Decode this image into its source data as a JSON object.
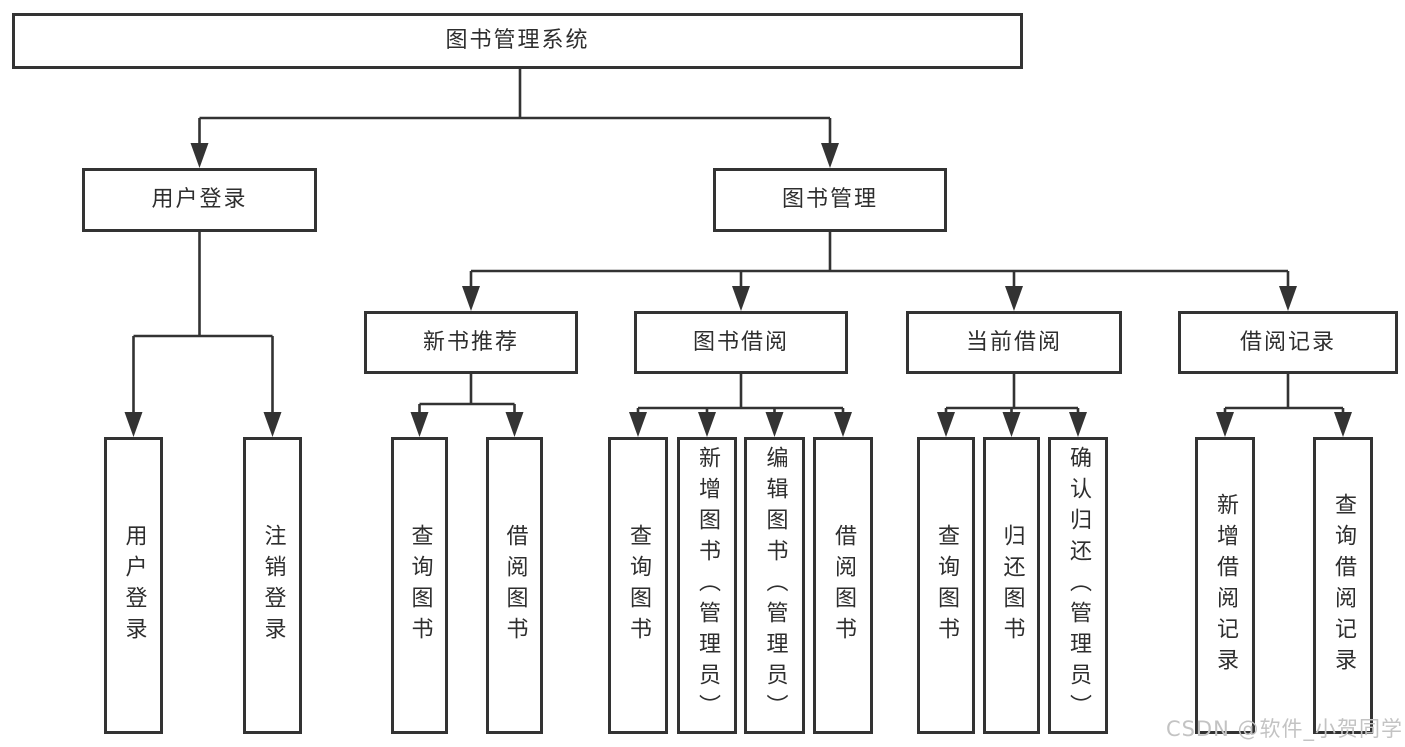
{
  "diagram": {
    "title": "图书管理系统",
    "watermark": "CSDN @软件_小贺同学",
    "colors": {
      "line": "#333333",
      "box_border": "#333333",
      "text": "#2e2e2e",
      "background": "#ffffff",
      "watermark": "#c3c3c3"
    },
    "nodes": [
      {
        "id": "root",
        "label": "图书管理系统"
      },
      {
        "id": "user-login",
        "label": "用户登录"
      },
      {
        "id": "book-mgmt",
        "label": "图书管理"
      },
      {
        "id": "new-book",
        "label": "新书推荐"
      },
      {
        "id": "book-borrow",
        "label": "图书借阅"
      },
      {
        "id": "current-borrow",
        "label": "当前借阅"
      },
      {
        "id": "borrow-record",
        "label": "借阅记录"
      },
      {
        "id": "user-login-leaf",
        "label": "用户登录"
      },
      {
        "id": "logout-leaf",
        "label": "注销登录"
      },
      {
        "id": "new-query-leaf",
        "label": "查询图书"
      },
      {
        "id": "new-borrow-leaf",
        "label": "借阅图书"
      },
      {
        "id": "bor-query-leaf",
        "label": "查询图书"
      },
      {
        "id": "bor-add-leaf",
        "label": "新增图书（管理员）"
      },
      {
        "id": "bor-edit-leaf",
        "label": "编辑图书（管理员）"
      },
      {
        "id": "bor-borrow-leaf",
        "label": "借阅图书"
      },
      {
        "id": "cur-query-leaf",
        "label": "查询图书"
      },
      {
        "id": "cur-return-leaf",
        "label": "归还图书"
      },
      {
        "id": "cur-confirm-leaf",
        "label": "确认归还（管理员）"
      },
      {
        "id": "rec-add-leaf",
        "label": "新增借阅记录"
      },
      {
        "id": "rec-query-leaf",
        "label": "查询借阅记录"
      }
    ],
    "edges": [
      {
        "parent": "root",
        "children": [
          "user-login",
          "book-mgmt"
        ]
      },
      {
        "parent": "user-login",
        "children": [
          "user-login-leaf",
          "logout-leaf"
        ]
      },
      {
        "parent": "book-mgmt",
        "children": [
          "new-book",
          "book-borrow",
          "current-borrow",
          "borrow-record"
        ]
      },
      {
        "parent": "new-book",
        "children": [
          "new-query-leaf",
          "new-borrow-leaf"
        ]
      },
      {
        "parent": "book-borrow",
        "children": [
          "bor-query-leaf",
          "bor-add-leaf",
          "bor-edit-leaf",
          "bor-borrow-leaf"
        ]
      },
      {
        "parent": "current-borrow",
        "children": [
          "cur-query-leaf",
          "cur-return-leaf",
          "cur-confirm-leaf"
        ]
      },
      {
        "parent": "borrow-record",
        "children": [
          "rec-add-leaf",
          "rec-query-leaf"
        ]
      }
    ]
  }
}
